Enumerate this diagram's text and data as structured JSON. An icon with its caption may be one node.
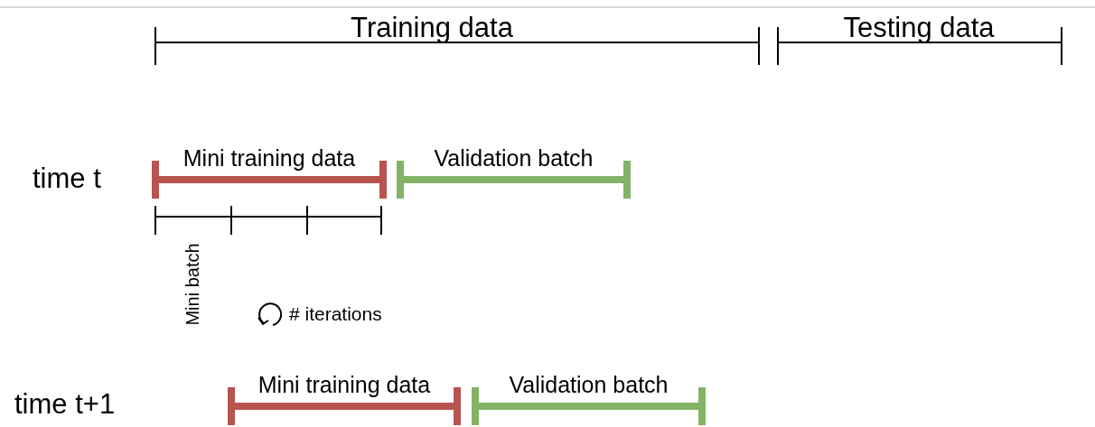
{
  "diagram": {
    "nodes": [
      {
        "text": [
          "Mini training data"
        ]
      },
      {
        "text": [
          "Validation batch"
        ]
      },
      {
        "text": [
          "Mini training data"
        ]
      },
      {
        "text": [
          "Validation batch"
        ]
      }
    ],
    "labels": [
      "Training data",
      "Testing data",
      "time t",
      "Mini batch",
      "# iterations",
      "time t+1"
    ]
  }
}
